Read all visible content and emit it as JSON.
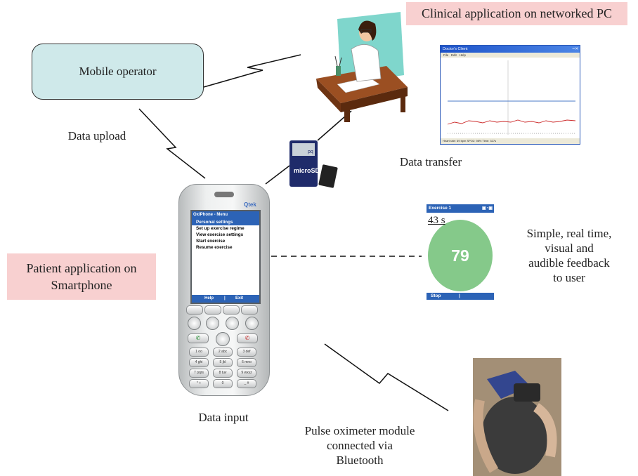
{
  "nodes": {
    "mobile_operator": "Mobile operator",
    "clinical_application": "Clinical application on networked PC",
    "patient_application": "Patient application on Smartphone"
  },
  "captions": {
    "data_upload": "Data upload",
    "data_transfer": "Data transfer",
    "data_input": "Data input",
    "feedback": [
      "Simple, real time,",
      "visual and",
      "audible feedback",
      "to user"
    ],
    "pulse_oximeter": [
      "Pulse oximeter module",
      "connected via",
      "Bluetooth"
    ]
  },
  "phone": {
    "brand": "Qtek",
    "screen_title": "OxiPhone - Menu",
    "menu_items": [
      "Personal settings",
      "Set up exercise regime",
      "View exercise settings",
      "Start exercise",
      "Resume exercise"
    ],
    "softkeys": [
      "Help",
      "Exit"
    ],
    "keypad": [
      "1 oo",
      "2 abc",
      "3 def",
      "4 ghi",
      "5 jkl",
      "6 mno",
      "7 pqrs",
      "8 tuv",
      "9 wxyz",
      "* +",
      "0 ",
      "_ #"
    ]
  },
  "exercise_screen": {
    "title": "Exercise 1",
    "time": "43 s",
    "value": "79",
    "softkey": "Stop"
  },
  "pc_window": {
    "title": "Doctor's Client",
    "menu": [
      "File",
      "Edit",
      "Help"
    ],
    "status": "Heart rate: 69 bpm SPO2: 98%  Time: 327s"
  },
  "sd_card": {
    "brand": "microSD",
    "label": "pq"
  },
  "colors": {
    "mobile_box": "#cfe9ea",
    "pink_label": "#f8d0d0",
    "screen_blue": "#2c63b6",
    "circle_green": "#85c98a"
  }
}
